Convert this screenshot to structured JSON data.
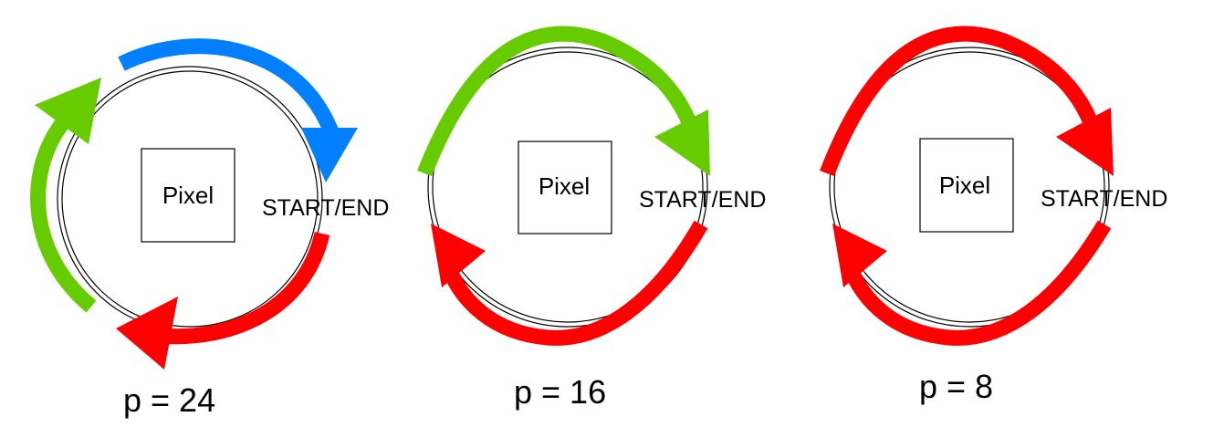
{
  "pixel_label": "Pixel",
  "start_end_label": "START/END",
  "panels": [
    {
      "p_label": "p = 24",
      "arrows": [
        {
          "segment": "bottom",
          "color_key": "red"
        },
        {
          "segment": "left",
          "color_key": "green"
        },
        {
          "segment": "top",
          "color_key": "blue"
        }
      ]
    },
    {
      "p_label": "p = 16",
      "arrows": [
        {
          "segment": "bottom",
          "color_key": "red"
        },
        {
          "segment": "top",
          "color_key": "green"
        }
      ]
    },
    {
      "p_label": "p = 8",
      "arrows": [
        {
          "segment": "bottom",
          "color_key": "red"
        },
        {
          "segment": "top",
          "color_key": "red"
        }
      ]
    }
  ],
  "colors": {
    "red": "#ff0000",
    "green": "#66cc00",
    "blue": "#0080ff",
    "outline": "#000000"
  }
}
